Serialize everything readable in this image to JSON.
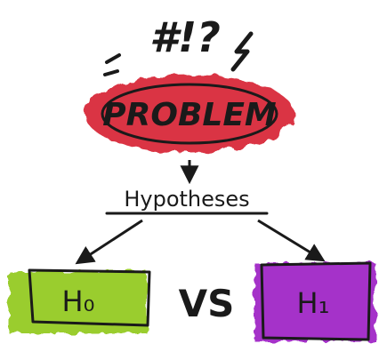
{
  "exclamation": "#!?",
  "problem": {
    "label": "PROBLEM",
    "fill_color": "#d92b3a"
  },
  "hypotheses_label": "Hypotheses",
  "h0": {
    "label": "H₀",
    "fill_color": "#9acd2e"
  },
  "versus": "VS",
  "h1": {
    "label": "H₁",
    "fill_color": "#a532c9"
  }
}
